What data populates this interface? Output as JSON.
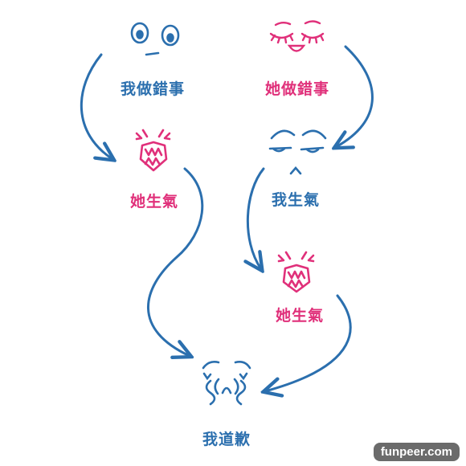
{
  "nodes": {
    "me_wrong": "我做錯事",
    "she_wrong": "她做錯事",
    "she_angry_left": "她生氣",
    "me_angry": "我生氣",
    "she_angry_right": "她生氣",
    "me_apologize": "我道歉"
  },
  "watermark": "funpeer.com",
  "colors": {
    "blue": "#2b6fae",
    "pink": "#e0307a"
  }
}
